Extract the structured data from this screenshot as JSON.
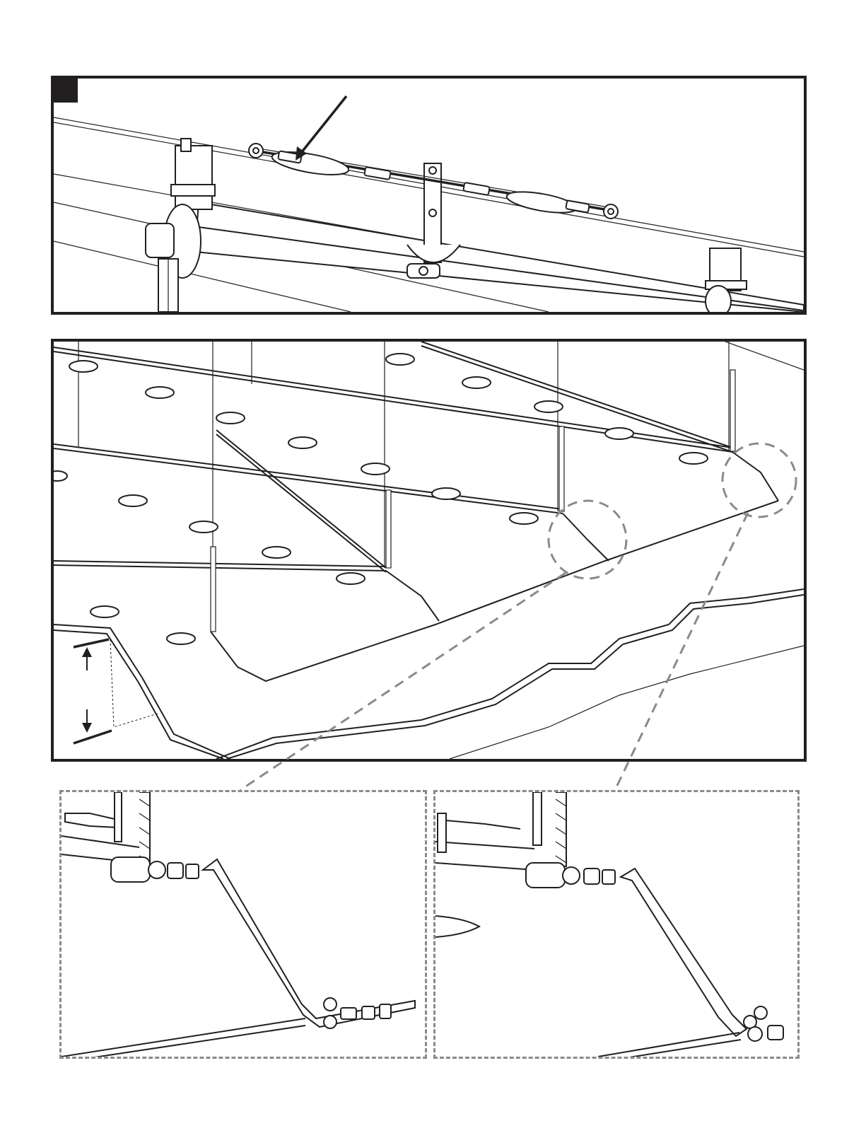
{
  "figure": {
    "panels": [
      {
        "id": "step-a",
        "marker": ""
      },
      {
        "id": "step-b"
      },
      {
        "id": "detail-left"
      },
      {
        "id": "detail-right"
      }
    ],
    "colors": {
      "line": "#231f20",
      "dash": "#8a8a8a",
      "marker": "#231f20"
    }
  }
}
